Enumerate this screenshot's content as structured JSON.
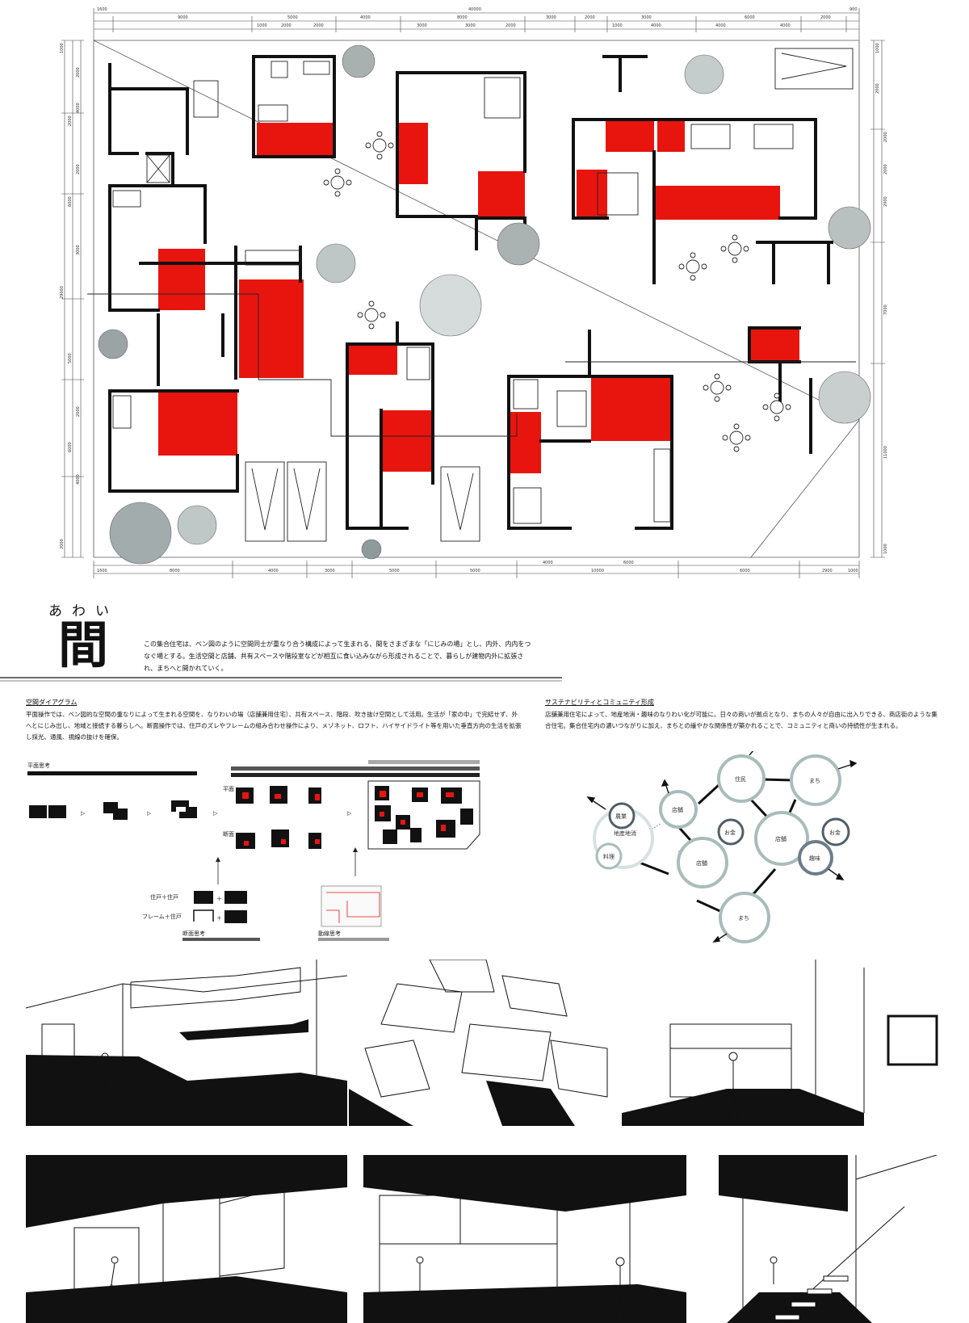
{
  "title": {
    "furigana": "あわい",
    "kanji": "間",
    "intro": "この集合住宅は、ベン図のように空間同士が重なり合う構成によって生まれる、間をさまざまな「にじみの場」とし、内外、内内をつなぐ場とする。生活空間と店舗、共有スペースや階段室などが相互に食い込みながら形成されることで、暮らしが建物内外に拡張され、まちへと開かれていく。"
  },
  "plan": {
    "dims_top_overall": "40000",
    "dims_top": [
      "1600",
      "9000",
      "5000",
      "4000",
      "8000",
      "3000",
      "2000",
      "3000",
      "6000",
      "2000",
      "900"
    ],
    "dims_top2": [
      "1000",
      "2000",
      "2000",
      "3000",
      "3000",
      "2000",
      "1000",
      "4000",
      "4000",
      "4000"
    ],
    "dims_bottom": [
      "1600",
      "8000",
      "4000",
      "3000",
      "5000",
      "5000",
      "4000",
      "10000",
      "6000",
      "6000",
      "2900",
      "1000"
    ],
    "dims_left": [
      "1000",
      "2000",
      "4000",
      "2000",
      "2000",
      "6000",
      "29000",
      "3000",
      "5000",
      "2000",
      "6000",
      "4000",
      "2000"
    ],
    "dims_right": [
      "1000",
      "2000",
      "2000",
      "2000",
      "2000",
      "7000",
      "11000",
      "1000"
    ],
    "accent_color": "#e8150f"
  },
  "diagram": {
    "title": "空間ダイアグラム",
    "body": "平面操作では、ベン図的な空間の重なりによって生まれる空間を、なりわいの場（店舗兼用住宅）、共有スペース、階段、吹き抜け空間として活用。生活が「家の中」で完結せず、外へとにじみ出し、地域と接続する暮らしへ。断面操作では、住戸のズレやフレームの組み合わせ操作により、メゾネット、ロフト、ハイサイドライト等を用いた垂直方向の生活を拡張し採光、通風、視線の抜けを確保。",
    "label_plan_think": "平面思考",
    "label_plan": "平面",
    "label_section": "断面",
    "label_combo1": "住戸＋住戸",
    "label_combo2": "フレーム＋住戸",
    "label_section_think": "断面思考",
    "label_flow_think": "動線思考"
  },
  "sustain": {
    "title": "サステナビリティとコミュニティ形成",
    "body": "店舗兼用住宅によって、地産地消・趣味のなりわい化が可能に。日々の商いが拠点となり、まちの人々が自由に出入りできる、商店街のような集合住宅。集合住宅内の濃いつながりに加え、まちとの緩やかな関係性が築かれることで、コミュニティと商いの持続性が生まれる。",
    "nodes": [
      "農業",
      "地産地消",
      "料理",
      "店舗",
      "住民",
      "まち",
      "お金",
      "店舗",
      "お金",
      "趣味",
      "店舗",
      "まち"
    ]
  }
}
